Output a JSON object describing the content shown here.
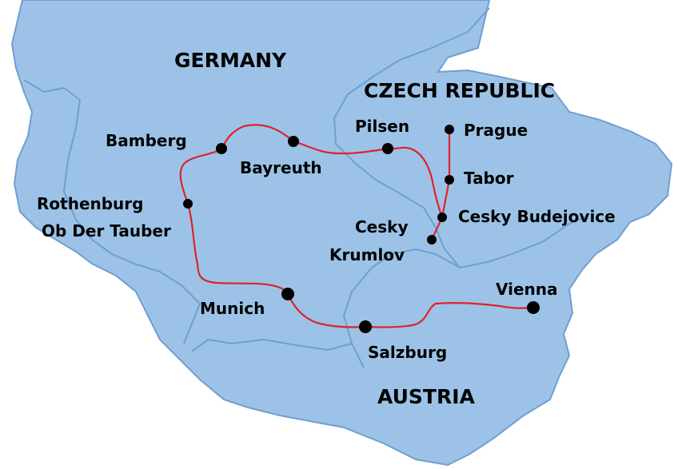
{
  "countries": {
    "germany": "GERMANY",
    "czech": "CZECH REPUBLIC",
    "austria": "AUSTRIA"
  },
  "cities": {
    "bamberg": "Bamberg",
    "bayreuth": "Bayreuth",
    "pilsen": "Pilsen",
    "prague": "Prague",
    "tabor": "Tabor",
    "cesky_budejovice": "Cesky Budejovice",
    "cesky_krumlov_1": "Cesky",
    "cesky_krumlov_2": "Krumlov",
    "rothenburg_1": "Rothenburg",
    "rothenburg_2": "Ob Der Tauber",
    "munich": "Munich",
    "salzburg": "Salzburg",
    "vienna": "Vienna"
  },
  "colors": {
    "land": "#9cc3e7",
    "border": "#6f9fd0",
    "route": "#e0222a",
    "city_marker": "#000000"
  }
}
